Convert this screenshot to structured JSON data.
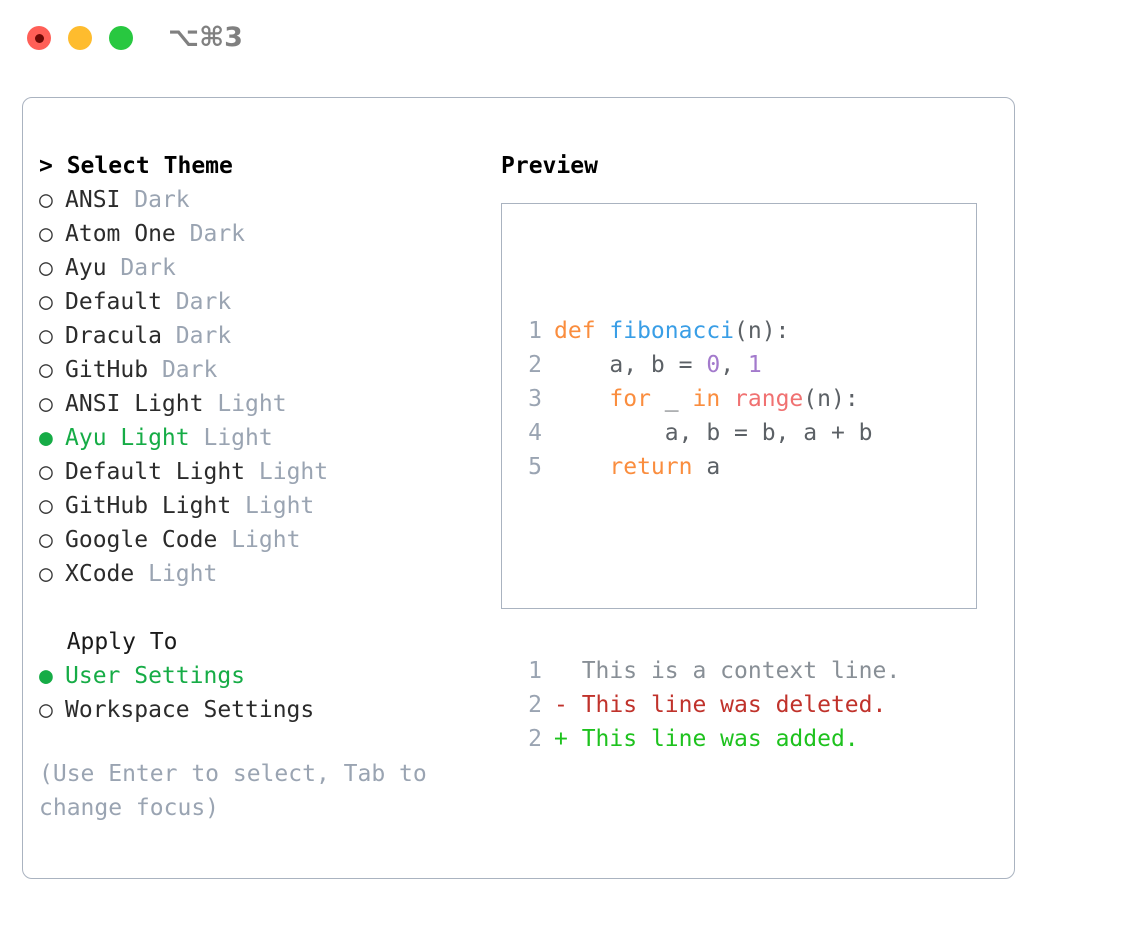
{
  "titlebar": {
    "shortcut": "⌥⌘3",
    "lights": [
      {
        "name": "close",
        "color": "#ff5f57"
      },
      {
        "name": "minimize",
        "color": "#febc2e"
      },
      {
        "name": "maximize",
        "color": "#28c840"
      }
    ]
  },
  "left": {
    "heading": "> Select Theme",
    "themes": [
      {
        "label": "ANSI",
        "badge": "Dark",
        "selected": false,
        "marker": "○"
      },
      {
        "label": "Atom One",
        "badge": "Dark",
        "selected": false,
        "marker": "○"
      },
      {
        "label": "Ayu",
        "badge": "Dark",
        "selected": false,
        "marker": "○"
      },
      {
        "label": "Default",
        "badge": "Dark",
        "selected": false,
        "marker": "○"
      },
      {
        "label": "Dracula",
        "badge": "Dark",
        "selected": false,
        "marker": "○"
      },
      {
        "label": "GitHub",
        "badge": "Dark",
        "selected": false,
        "marker": "○"
      },
      {
        "label": "ANSI Light",
        "badge": "Light",
        "selected": false,
        "marker": "○"
      },
      {
        "label": "Ayu Light",
        "badge": "Light",
        "selected": true,
        "marker": "●"
      },
      {
        "label": "Default Light",
        "badge": "Light",
        "selected": false,
        "marker": "○"
      },
      {
        "label": "GitHub Light",
        "badge": "Light",
        "selected": false,
        "marker": "○"
      },
      {
        "label": "Google Code",
        "badge": "Light",
        "selected": false,
        "marker": "○"
      },
      {
        "label": "XCode",
        "badge": "Light",
        "selected": false,
        "marker": "○"
      }
    ],
    "apply_heading": "  Apply To",
    "apply_options": [
      {
        "label": "User Settings",
        "selected": true,
        "marker": "●"
      },
      {
        "label": "Workspace Settings",
        "selected": false,
        "marker": "○"
      }
    ],
    "hint": "(Use Enter to select, Tab to change focus)"
  },
  "right": {
    "title": "Preview",
    "code_lines": [
      {
        "number": "1",
        "tokens": [
          {
            "text": "def ",
            "type": "kw"
          },
          {
            "text": "fibonacci",
            "type": "fn"
          },
          {
            "text": "(n):",
            "type": "punct"
          }
        ]
      },
      {
        "number": "2",
        "tokens": [
          {
            "text": "    a, b = ",
            "type": "var"
          },
          {
            "text": "0",
            "type": "num"
          },
          {
            "text": ", ",
            "type": "var"
          },
          {
            "text": "1",
            "type": "num"
          }
        ]
      },
      {
        "number": "3",
        "tokens": [
          {
            "text": "    for ",
            "type": "kw"
          },
          {
            "text": "_ ",
            "type": "var"
          },
          {
            "text": "in ",
            "type": "kw"
          },
          {
            "text": "range",
            "type": "builtin"
          },
          {
            "text": "(n):",
            "type": "punct"
          }
        ]
      },
      {
        "number": "4",
        "tokens": [
          {
            "text": "        a, b = b, a + b",
            "type": "var"
          }
        ]
      },
      {
        "number": "5",
        "tokens": [
          {
            "text": "    return ",
            "type": "kw"
          },
          {
            "text": "a",
            "type": "var"
          }
        ]
      }
    ],
    "diff_lines": [
      {
        "number": "1",
        "sign": "  ",
        "text": "This is a context line.",
        "type": "ctx"
      },
      {
        "number": "2",
        "sign": "- ",
        "text": "This line was deleted.",
        "type": "del"
      },
      {
        "number": "2",
        "sign": "+ ",
        "text": "This line was added.",
        "type": "add"
      }
    ]
  },
  "colors": {
    "accent_green": "#16ac46",
    "border": "#aab3c0",
    "muted": "#9aa4b2",
    "keyword": "#fa8d3e",
    "function": "#399ee6",
    "number": "#a37acc",
    "builtin": "#f07171",
    "diff_add": "#1ec21e",
    "diff_del": "#c0322b"
  }
}
